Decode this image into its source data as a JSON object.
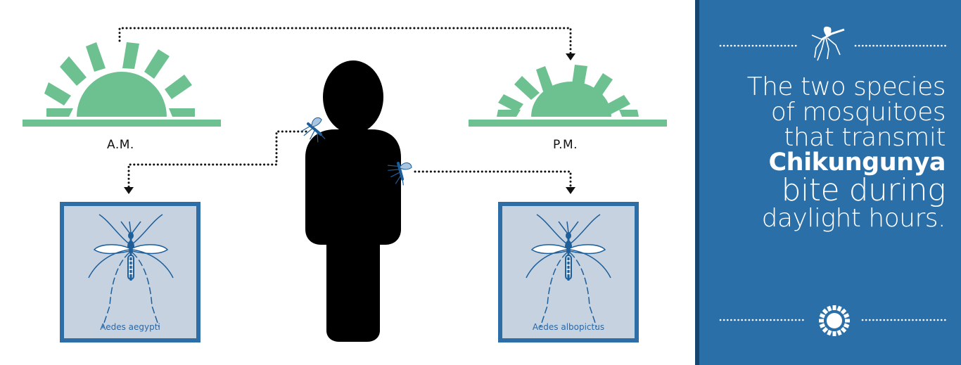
{
  "labels": {
    "am": "A.M.",
    "pm": "P.M.",
    "species_left": "Aedes aegypti",
    "species_right": "Aedes albopictus"
  },
  "panel": {
    "line1": "The two species",
    "line2": "of mosquitoes",
    "line3": "that transmit",
    "line4": "Chikungunya",
    "line5": "bite during",
    "line6": "daylight hours."
  },
  "colors": {
    "sun": "#6dc191",
    "panel_bg": "#2a6fa8",
    "panel_border": "#17456e",
    "box_border": "#2d6ea6",
    "box_fill": "#c6d2e0",
    "mosquito": "#1e5f9a",
    "person": "#000000"
  },
  "icons": {
    "sun": "sun-icon",
    "person": "person-silhouette-icon",
    "mosquito": "mosquito-icon"
  }
}
